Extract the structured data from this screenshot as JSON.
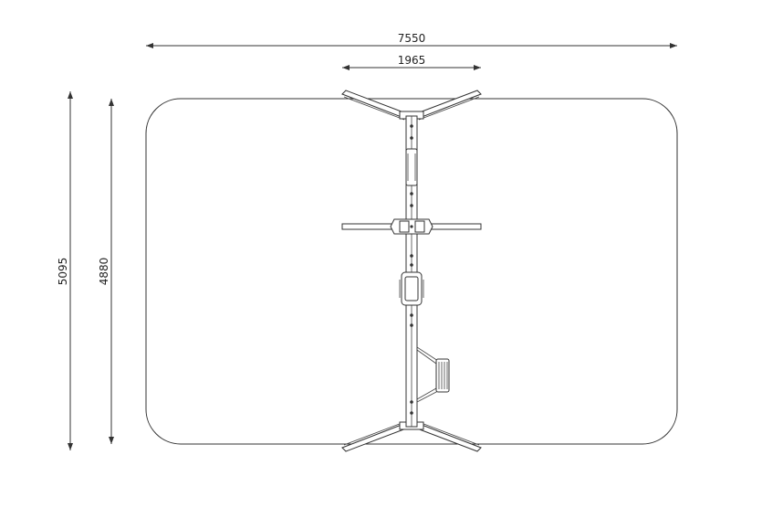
{
  "dimensions": {
    "overall_width": "7550",
    "frame_width": "1965",
    "overall_depth": "5095",
    "area_depth": "4880"
  }
}
